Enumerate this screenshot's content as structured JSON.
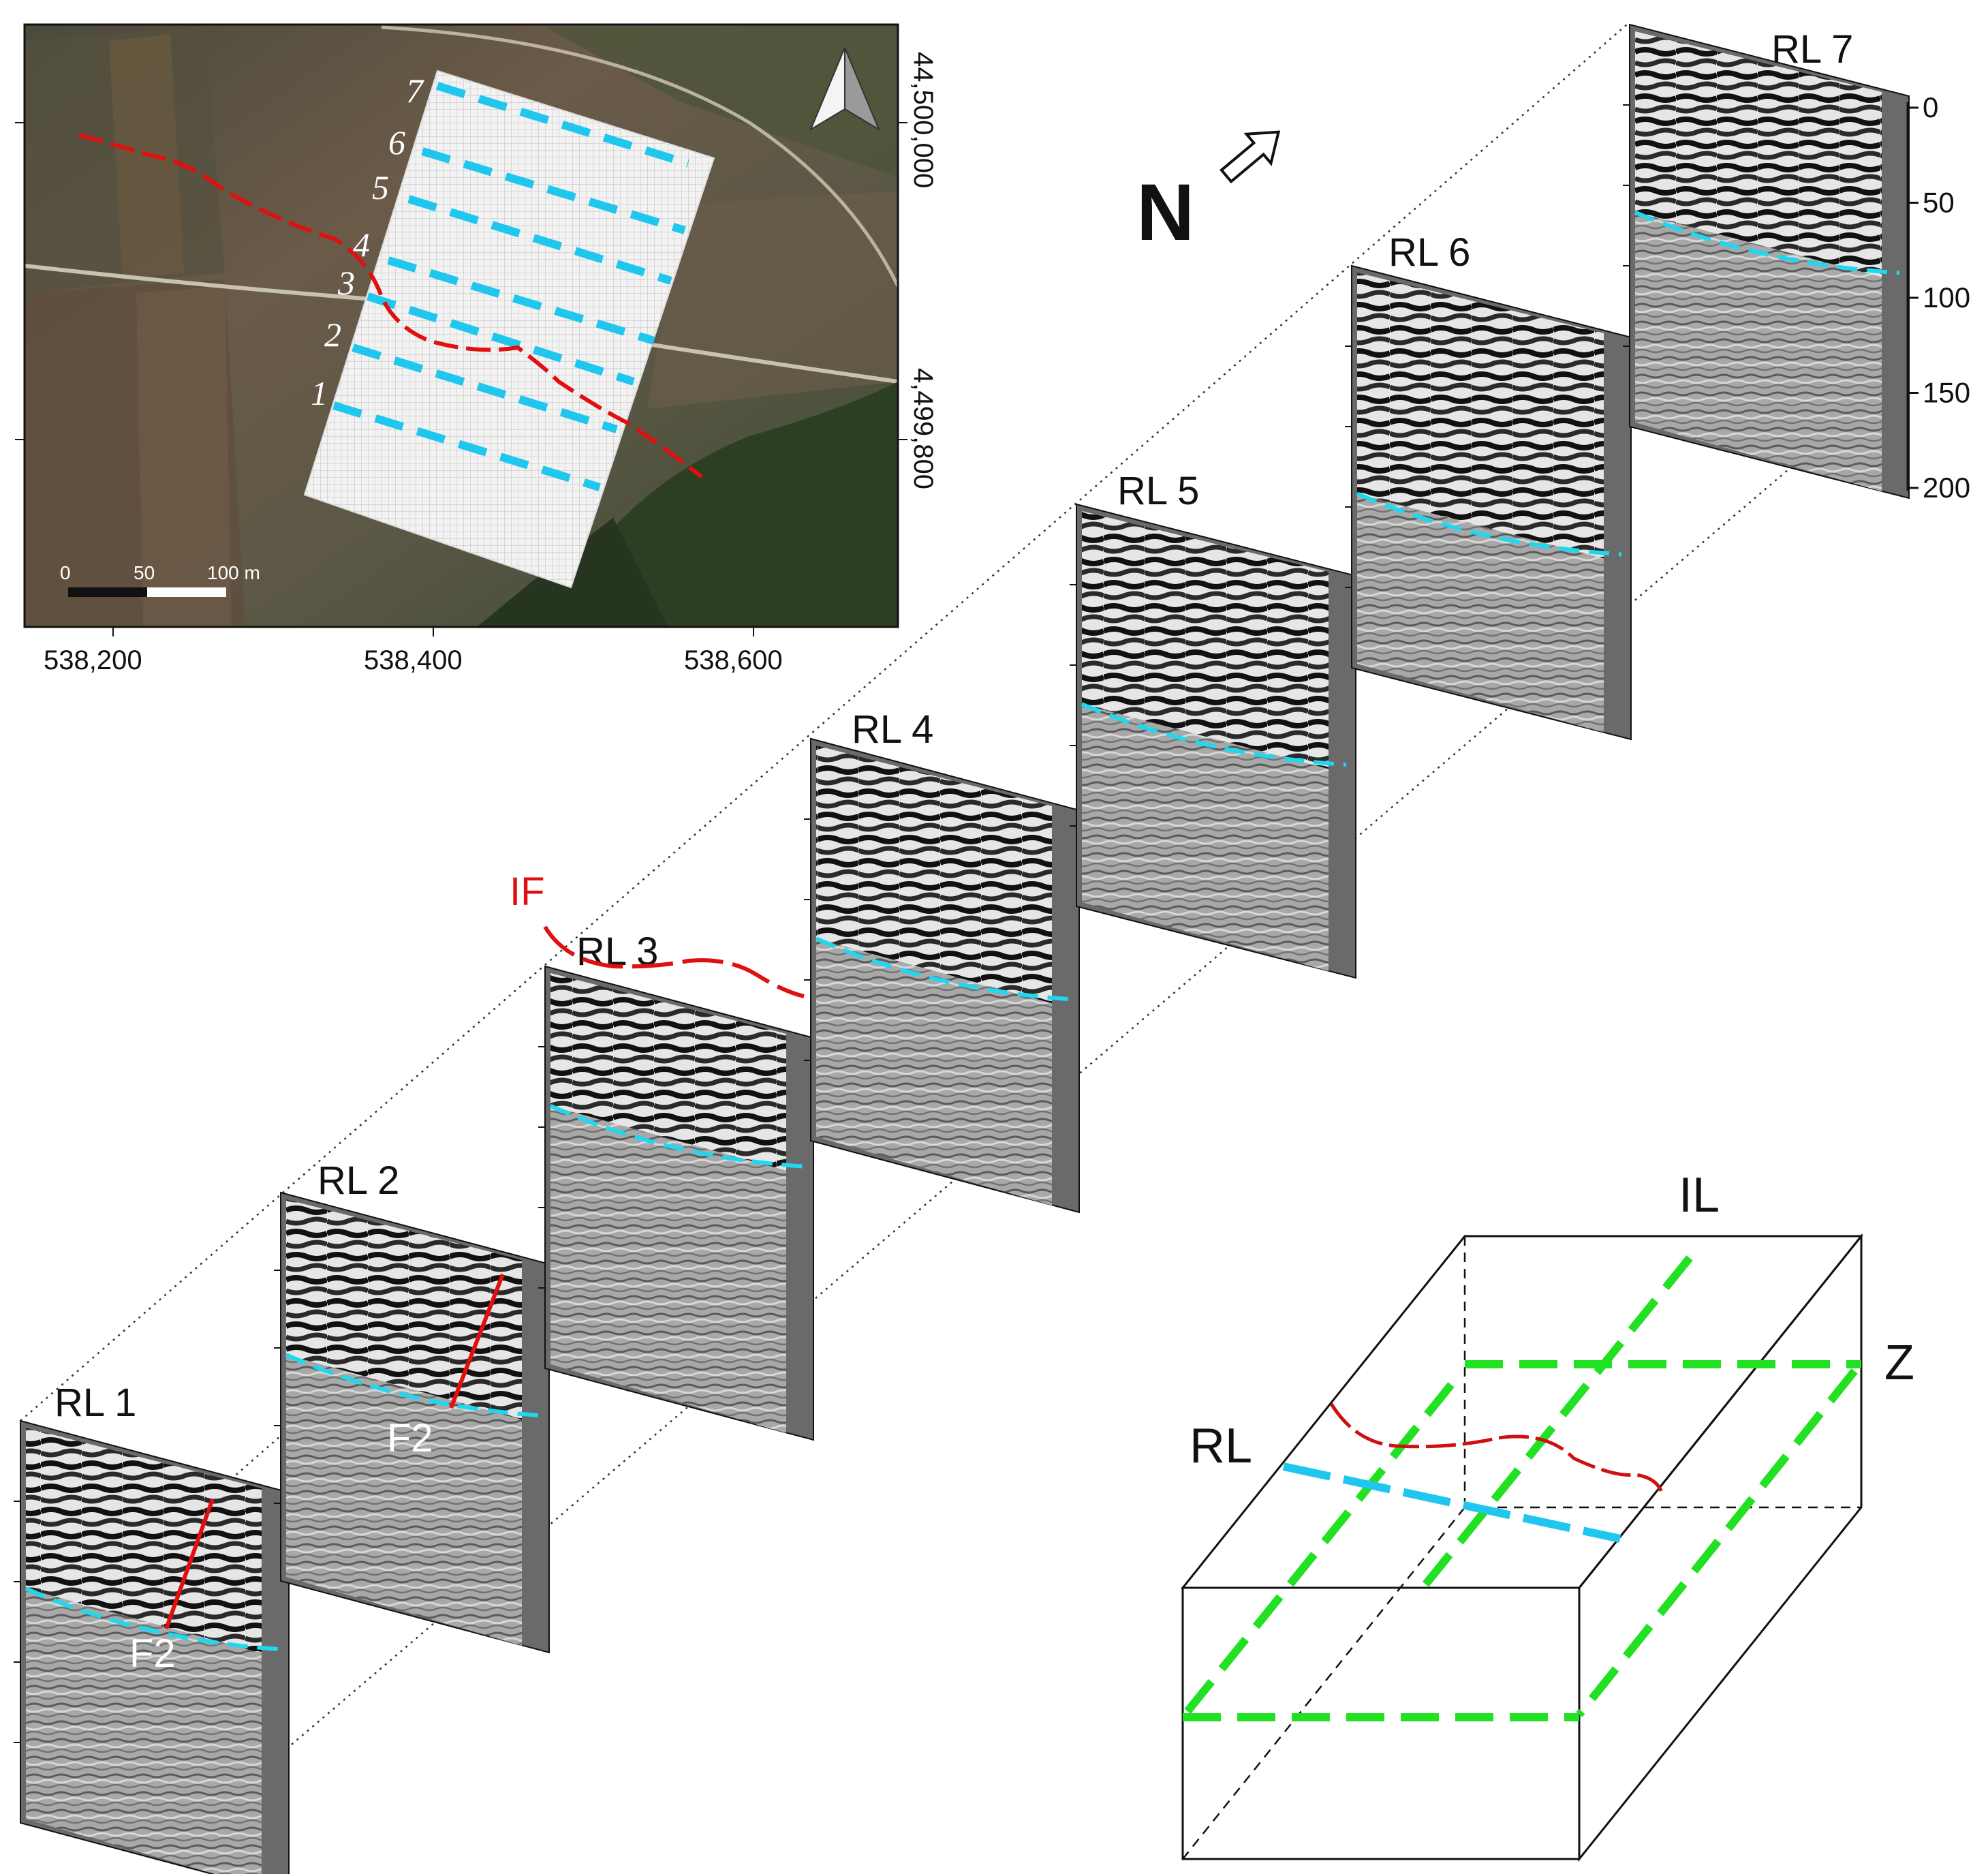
{
  "map": {
    "x_ticks": [
      "538,200",
      "538,400",
      "538,600"
    ],
    "y_ticks": [
      "44,500,000",
      "4,499,800"
    ],
    "scale_labels": [
      "0",
      "50",
      "100 m"
    ],
    "line_numbers": [
      "7",
      "6",
      "5",
      "4",
      "3",
      "2",
      "1"
    ],
    "colors": {
      "survey_lines": "#1fc6ee",
      "fault": "#e01010",
      "grid": "#eeeeee"
    },
    "north_arrow_icon": "north-arrow-icon"
  },
  "north_label": "N",
  "sections": [
    {
      "label": "RL 1",
      "annotations": [
        "F2"
      ]
    },
    {
      "label": "RL 2",
      "annotations": [
        "F2"
      ]
    },
    {
      "label": "RL 3",
      "annotations": []
    },
    {
      "label": "RL 4",
      "annotations": []
    },
    {
      "label": "RL 5",
      "annotations": []
    },
    {
      "label": "RL 6",
      "annotations": []
    },
    {
      "label": "RL 7",
      "annotations": []
    }
  ],
  "if_label": "IF",
  "depth_axis": {
    "ticks": [
      "0",
      "50",
      "100",
      "150",
      "200"
    ]
  },
  "block_diagram": {
    "labels": {
      "il": "IL",
      "z": "Z",
      "rl": "RL"
    },
    "colors": {
      "il": "#22e022",
      "rl": "#1fc6ee",
      "fault": "#d01010"
    }
  },
  "colors": {
    "horizon": "#1fd8f0",
    "fault": "#e01010",
    "section_bg": "#6a6a6a"
  }
}
